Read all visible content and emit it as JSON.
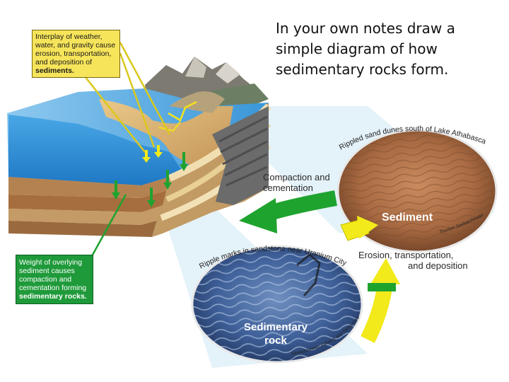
{
  "note": {
    "lines": [
      "In your own notes draw a",
      "simple diagram of how",
      "sedimentary rocks form."
    ]
  },
  "callouts": {
    "weathering": {
      "lines": [
        "Interplay of weather,",
        "water, and gravity cause",
        "erosion, transportation,",
        "and deposition of",
        "sediments."
      ]
    },
    "compaction": {
      "lines": [
        "Weight of overlying",
        "sediment causes",
        "compaction and",
        "cementation forming",
        "sedimentary rocks."
      ]
    }
  },
  "cycle": {
    "compaction_label": [
      "Compaction and",
      "cementation"
    ],
    "erosion_label": [
      "Erosion, transportation,",
      "and deposition"
    ]
  },
  "sediment_photo": {
    "caption": "Rippled sand dunes south of Lake Athabasca",
    "title": "Sediment",
    "credit": "Tourism Saskatchewan"
  },
  "rock_photo": {
    "caption": "Ripple marks in sandstone near Uranium City",
    "title": [
      "Sedimentary",
      "rock"
    ],
    "credit": "Saskatchewan Industry and Resources"
  },
  "colors": {
    "water": "#2e8fd6",
    "callout_yellow": "#f6e45a",
    "callout_green": "#1f9a3a",
    "arrow_green": "#1fa32f",
    "arrow_yellow": "#f2ea1a"
  }
}
